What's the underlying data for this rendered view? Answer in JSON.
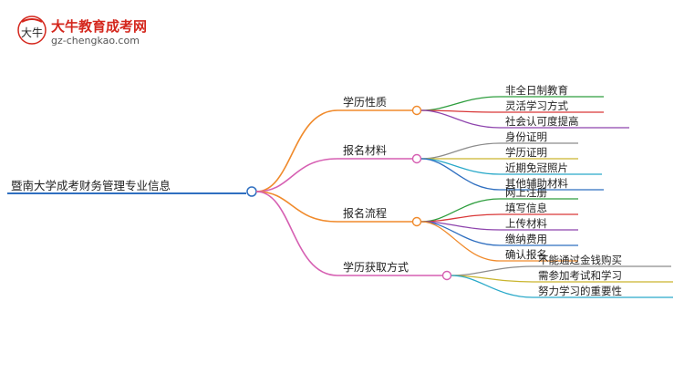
{
  "logo": {
    "name_cn": "大牛教育成考网",
    "url_text": "gz-chengkao.com",
    "mark_text": "大牛"
  },
  "root": {
    "label": "暨南大学成考财务管理专业信息"
  },
  "branches": [
    {
      "label": "学历性质",
      "color": "#f08a2b",
      "children": [
        {
          "label": "非全日制教育",
          "color": "#2e9e3e"
        },
        {
          "label": "灵活学习方式",
          "color": "#d93838"
        },
        {
          "label": "社会认可度提高",
          "color": "#8e44ad"
        }
      ]
    },
    {
      "label": "报名材料",
      "color": "#d65fb2",
      "children": [
        {
          "label": "身份证明",
          "color": "#8c8c8c"
        },
        {
          "label": "学历证明",
          "color": "#c9b52e"
        },
        {
          "label": "近期免冠照片",
          "color": "#29a9c9"
        },
        {
          "label": "其他辅助材料",
          "color": "#2f6fc0"
        }
      ]
    },
    {
      "label": "报名流程",
      "color": "#f08a2b",
      "children": [
        {
          "label": "网上注册",
          "color": "#2e9e3e"
        },
        {
          "label": "填写信息",
          "color": "#d93838"
        },
        {
          "label": "上传材料",
          "color": "#8e44ad"
        },
        {
          "label": "缴纳费用",
          "color": "#2f6fc0"
        },
        {
          "label": "确认报名",
          "color": "#f08a2b"
        }
      ]
    },
    {
      "label": "学历获取方式",
      "color": "#d65fb2",
      "children": [
        {
          "label": "不能通过金钱购买",
          "color": "#8c8c8c"
        },
        {
          "label": "需参加考试和学习",
          "color": "#c9b52e"
        },
        {
          "label": "努力学习的重要性",
          "color": "#29a9c9"
        }
      ]
    }
  ],
  "root_color": "#2f6fc0"
}
